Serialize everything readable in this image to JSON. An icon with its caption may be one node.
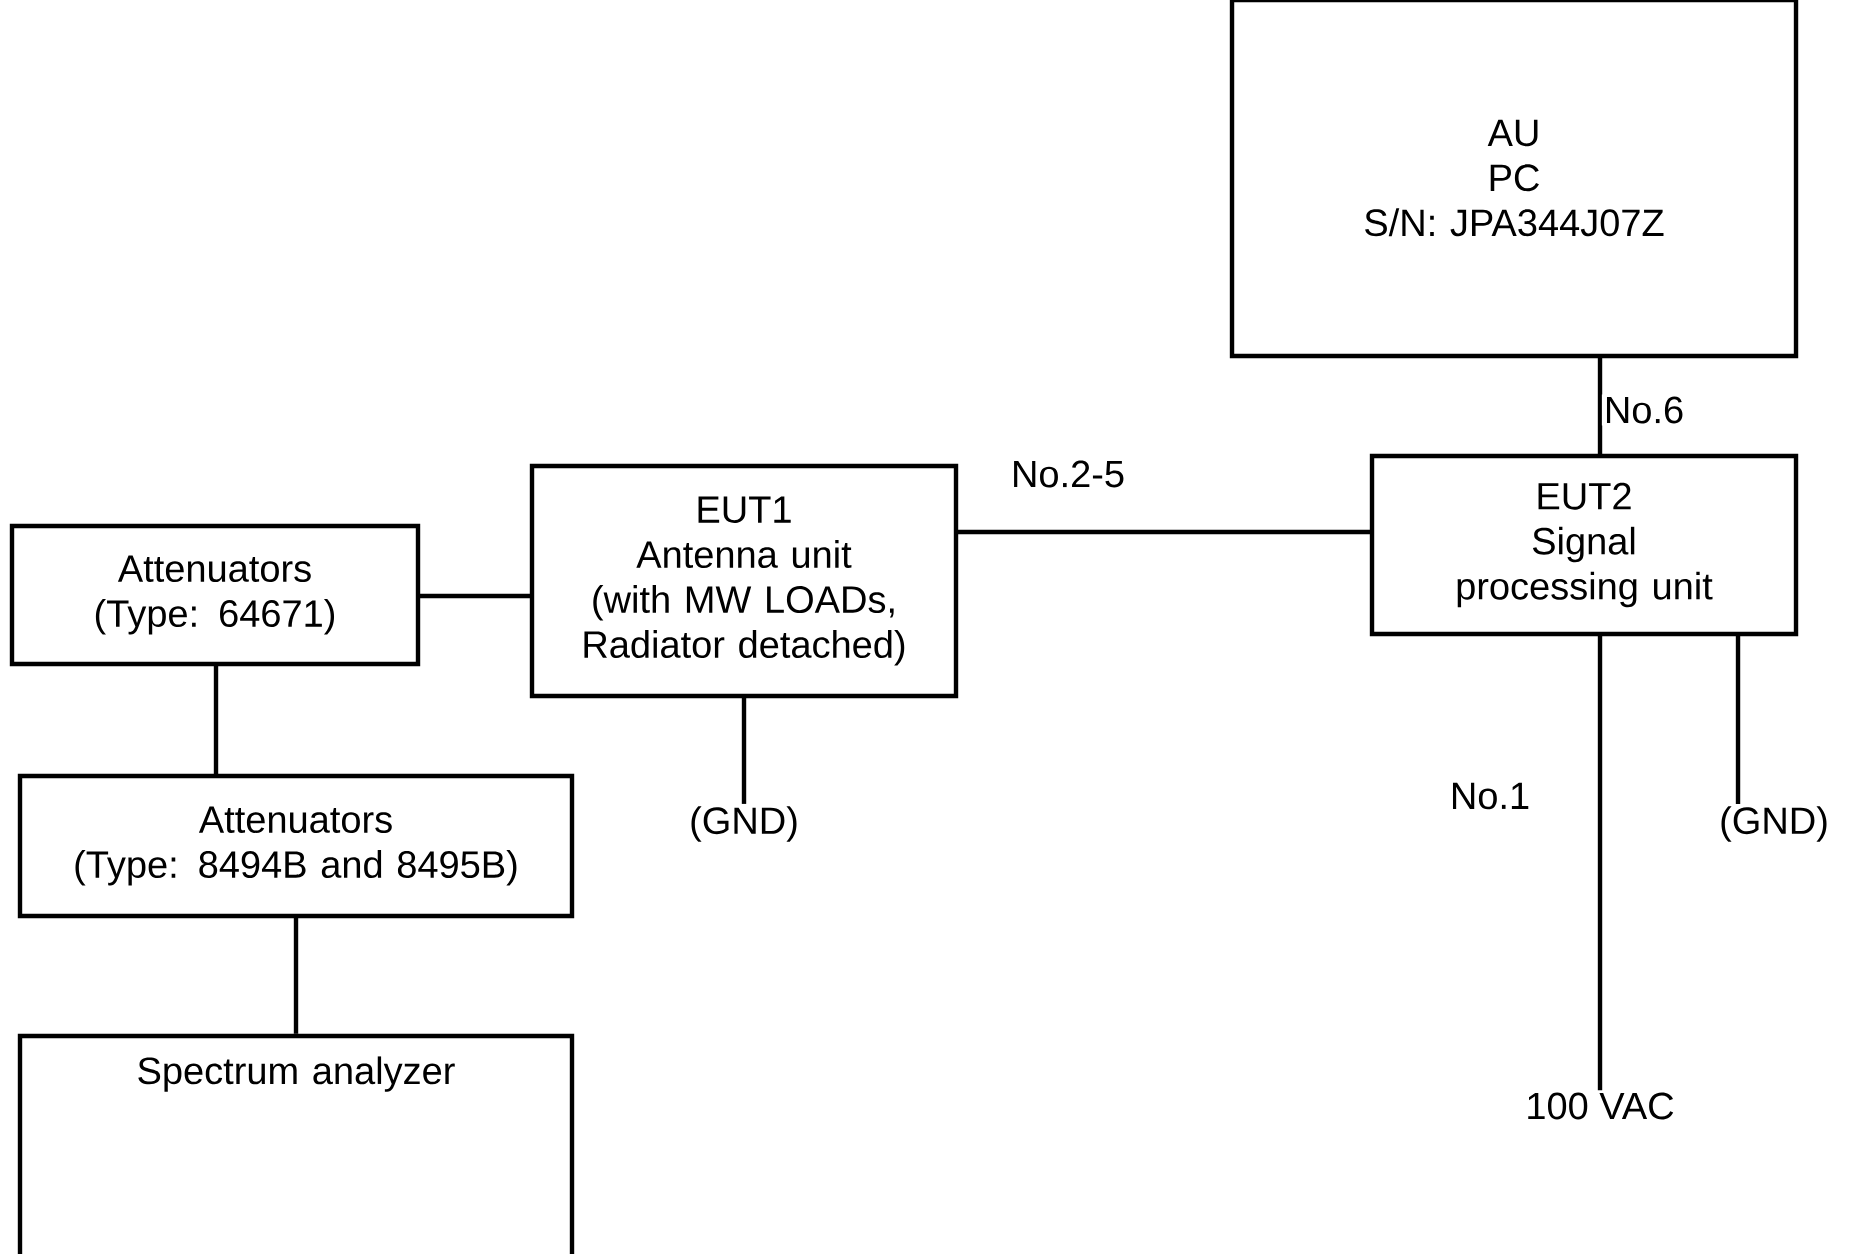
{
  "diagram": {
    "nodes": [
      {
        "text": [
          "AU",
          "PC",
          "S/N: JPA344J07Z"
        ]
      },
      {
        "text": [
          "EUT2",
          "Signal processing unit"
        ]
      },
      {
        "text": [
          "EUT1",
          "Antenna unit",
          "(with MW LOADs, Radiator detached)"
        ]
      },
      {
        "text": [
          "Attenuators",
          "(Type: 64671)"
        ]
      },
      {
        "text": [
          "Attenuators",
          "(Type: 8494B and 8495B)"
        ]
      },
      {
        "text": [
          "Spectrum analyzer"
        ]
      },
      {
        "text": [
          "(GND)"
        ]
      },
      {
        "text": [
          "100 VAC"
        ]
      },
      {
        "text": [
          "(GND)"
        ]
      }
    ],
    "edges": [
      {
        "from": 0,
        "to": 1,
        "arrow": "none",
        "label": "No.6"
      },
      {
        "from": 2,
        "to": 1,
        "arrow": "none",
        "label": "No.2-5"
      },
      {
        "from": 3,
        "to": 2,
        "arrow": "none"
      },
      {
        "from": 3,
        "to": 4,
        "arrow": "none"
      },
      {
        "from": 4,
        "to": 5,
        "arrow": "none"
      },
      {
        "from": 2,
        "to": 6,
        "arrow": "none"
      },
      {
        "from": 1,
        "to": 7,
        "arrow": "none",
        "label": "No.1"
      },
      {
        "from": 1,
        "to": 8,
        "arrow": "none"
      }
    ]
  }
}
